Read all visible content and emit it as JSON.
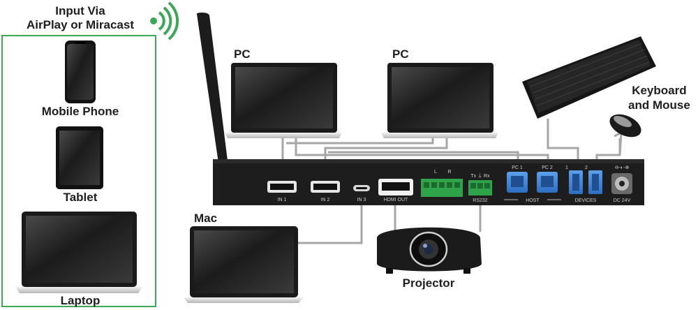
{
  "wireless_input": {
    "title_line1": "Input Via",
    "title_line2": "AirPlay or Miracast",
    "icon": "wifi-signal-icon",
    "accent_color": "#3aa856"
  },
  "sources": {
    "mobile_phone": "Mobile Phone",
    "tablet": "Tablet",
    "laptop": "Laptop",
    "pc_left": "PC",
    "pc_right": "PC",
    "mac": "Mac",
    "keyboard_mouse_line1": "Keyboard",
    "keyboard_mouse_line2": "and Mouse",
    "projector": "Projector"
  },
  "device_ports": {
    "in1": "IN 1",
    "in2": "IN 2",
    "in3": "IN 3",
    "hdmi_out": "HDMI OUT",
    "audio_l": "L",
    "audio_r": "R",
    "rs232": "RS232",
    "rs232_pins": "Tx  ⏚  Rx",
    "pc1": "PC 1",
    "pc2": "PC 2",
    "host": "HOST",
    "devices_1": "1",
    "devices_2": "2",
    "devices": "DEVICES",
    "dc": "DC 24V",
    "dc_symbol": "⊖-◐-⊕"
  }
}
